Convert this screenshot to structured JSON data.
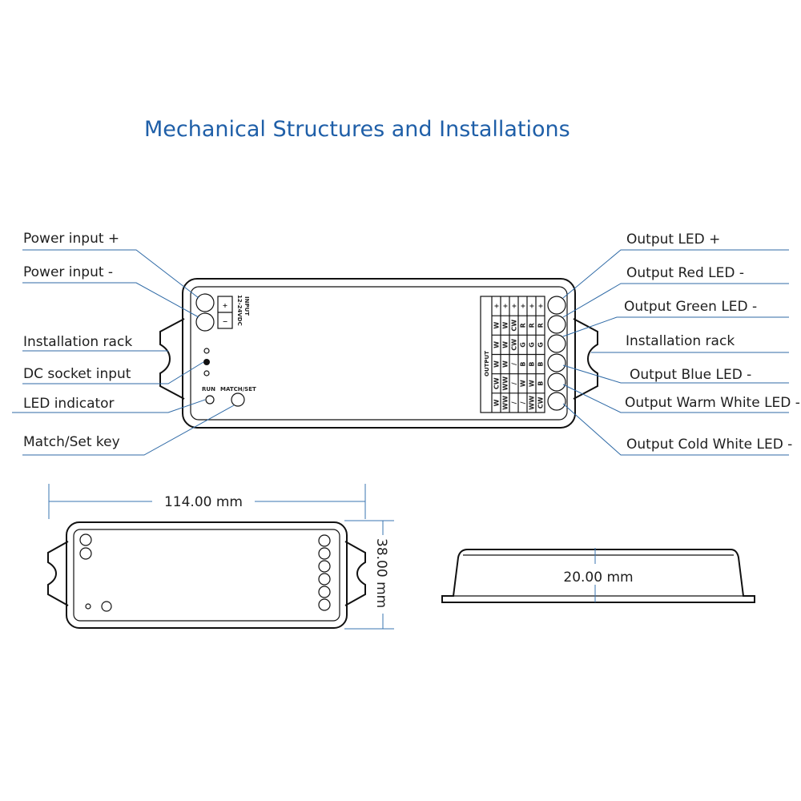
{
  "title": "Mechanical Structures and Installations",
  "left_callouts": [
    "Power input +",
    "Power input -",
    "Installation rack",
    "DC socket input",
    "LED indicator",
    "Match/Set key"
  ],
  "right_callouts": [
    "Output LED +",
    "Output Red LED -",
    "Output Green LED -",
    "Installation rack",
    "Output Blue LED -",
    "Output Warm White LED -",
    "Output Cold White LED -"
  ],
  "device": {
    "input_label_1": "INPUT",
    "input_label_2": "12-24VDC",
    "plus": "+",
    "minus": "−",
    "run_label": "RUN",
    "match_label": "MATCH/SET",
    "output_label": "OUTPUT",
    "output_table": [
      [
        "+",
        "+",
        "+",
        "+",
        "+",
        "+"
      ],
      [
        "W",
        "W",
        "CW",
        "R",
        "R",
        "R"
      ],
      [
        "W",
        "W",
        "CW",
        "G",
        "G",
        "G"
      ],
      [
        "W",
        "W",
        "/",
        "B",
        "B",
        "B"
      ],
      [
        "CW",
        "WW",
        "/",
        "W",
        "W",
        "B"
      ],
      [
        "W",
        "WW",
        "/",
        "/",
        "WW",
        "CW"
      ]
    ]
  },
  "dimensions": {
    "length": "114.00 mm",
    "width": "38.00 mm",
    "height": "20.00 mm"
  }
}
